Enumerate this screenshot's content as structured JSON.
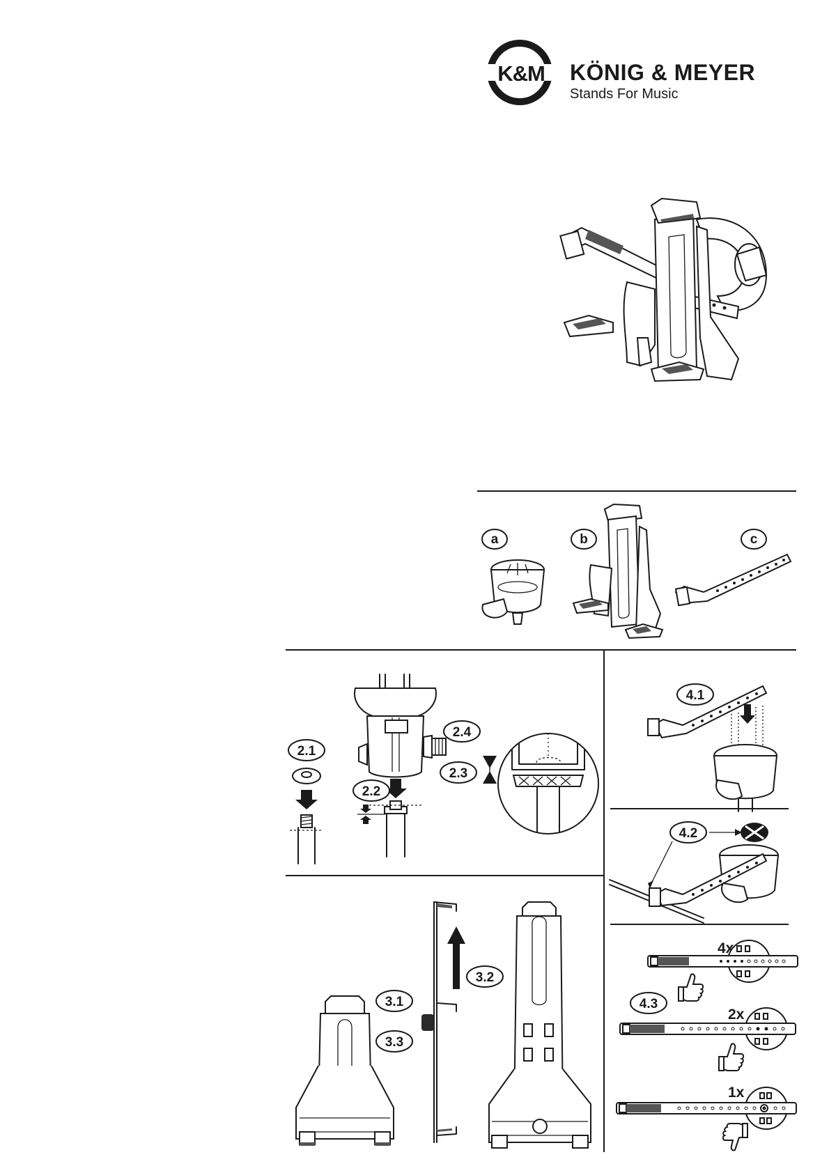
{
  "header": {
    "logo_initials": "K&M",
    "brand_name": "KÖNIG & MEYER",
    "tagline": "Stands For Music"
  },
  "parts": [
    {
      "label": "a",
      "name": "head-adapter"
    },
    {
      "label": "b",
      "name": "tablet-holder"
    },
    {
      "label": "c",
      "name": "strap"
    }
  ],
  "steps": {
    "s2_1": "2.1",
    "s2_2": "2.2",
    "s2_3": "2.3",
    "s2_4": "2.4",
    "s3_1": "3.1",
    "s3_2": "3.2",
    "s3_3": "3.3",
    "s4_1": "4.1",
    "s4_2": "4.2",
    "s4_3": "4.3"
  },
  "strap_counts": {
    "four": "4x",
    "two": "2x",
    "one": "1x"
  },
  "icons": {
    "logo": "km-logo-icon",
    "no_sign": "no-entry-icon",
    "thumbs_up": "thumbs-up-icon",
    "thumbs_down": "thumbs-down-icon",
    "arrow": "arrow-icon"
  }
}
